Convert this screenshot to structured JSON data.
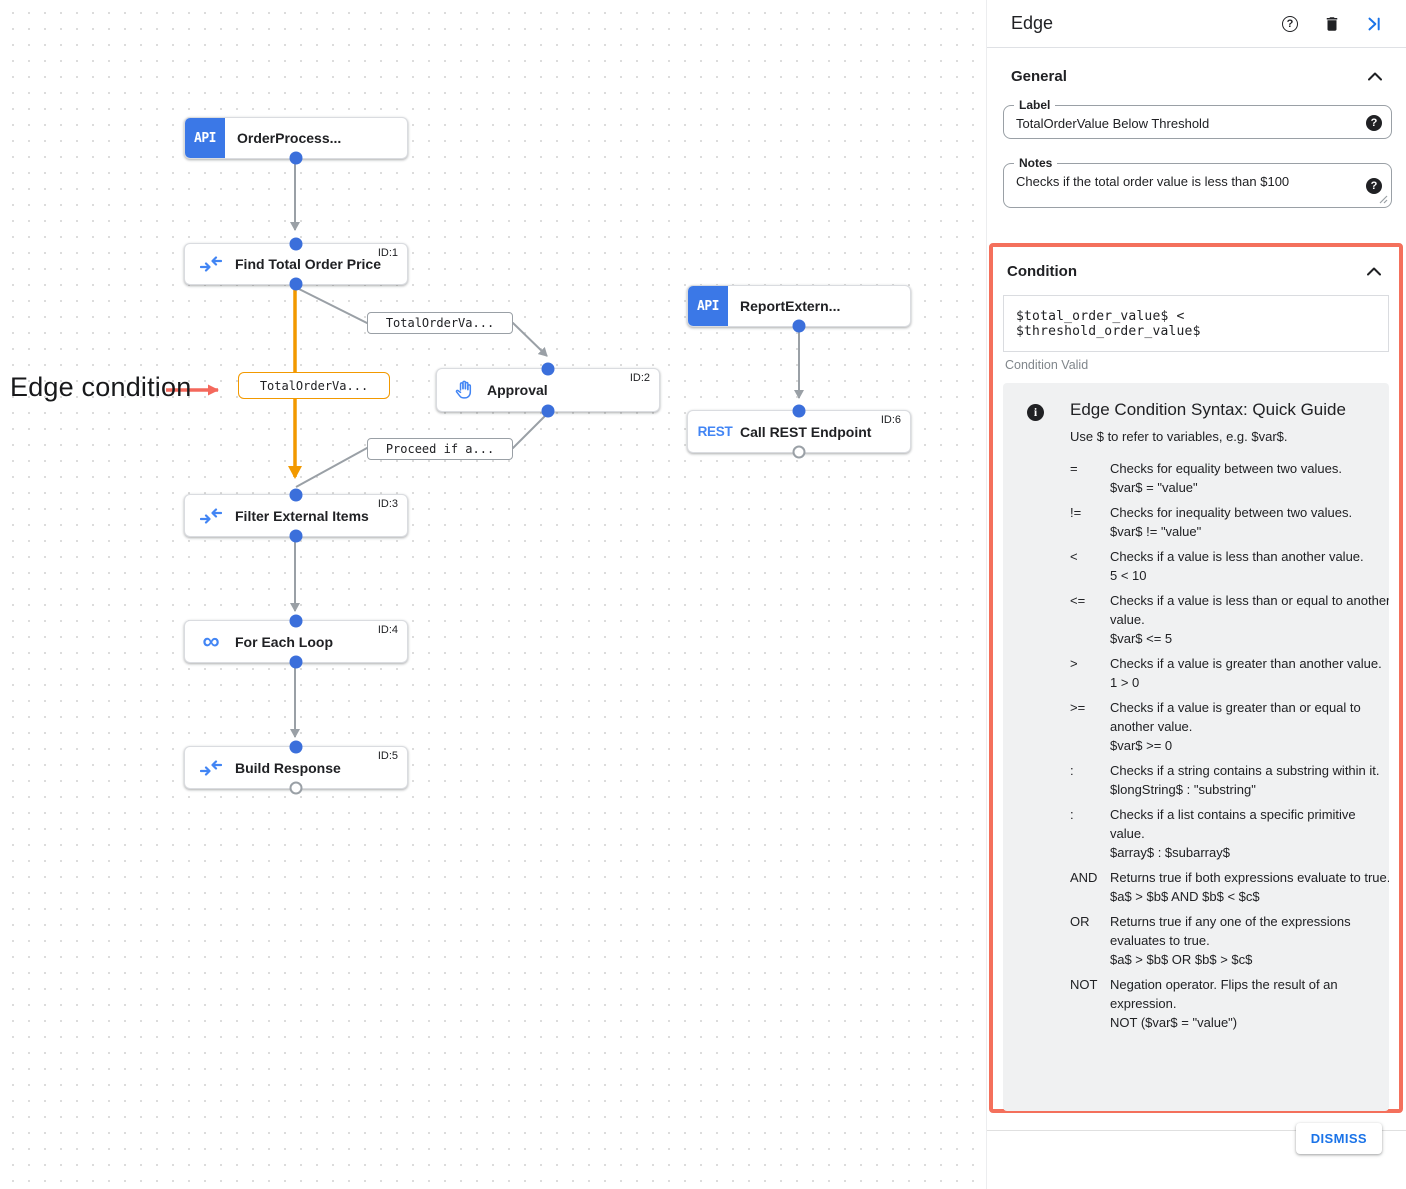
{
  "canvas": {
    "annotation": {
      "text": "Edge condition"
    },
    "nodes": [
      {
        "icon": "api-badge",
        "badge": "API",
        "label": "OrderProcess..."
      },
      {
        "icon": "data-mapping-icon",
        "label": "Find Total Order Price",
        "id": "ID:1"
      },
      {
        "icon": "hand-icon",
        "label": "Approval",
        "id": "ID:2"
      },
      {
        "icon": "api-badge",
        "badge": "API",
        "label": "ReportExtern..."
      },
      {
        "icon": "rest-icon",
        "badge_text": "REST",
        "label": "Call REST Endpoint",
        "id": "ID:6"
      },
      {
        "icon": "data-mapping-icon",
        "label": "Filter External Items",
        "id": "ID:3"
      },
      {
        "icon": "infinity-icon",
        "glyph": "∞",
        "label": "For Each Loop",
        "id": "ID:4"
      },
      {
        "icon": "data-mapping-icon",
        "label": "Build Response",
        "id": "ID:5"
      }
    ],
    "edge_labels": [
      {
        "text": "TotalOrderVa..."
      },
      {
        "text": "TotalOrderVa..."
      },
      {
        "text": "Proceed if a..."
      }
    ],
    "colors": {
      "edge_highlight_orange": "#F29900",
      "edge_gray": "#9AA0A6",
      "port_blue": "#3B6FDB",
      "annotation_red": "#F4685C",
      "badge_blue": "#3B78E7"
    }
  },
  "panel": {
    "title": "Edge",
    "header_icons": [
      "help-icon",
      "trash-icon",
      "collapse-panel-icon"
    ],
    "general": {
      "title": "General",
      "label_field": {
        "label": "Label",
        "value": "TotalOrderValue Below Threshold"
      },
      "notes_field": {
        "label": "Notes",
        "value": "Checks if the total order value is less than $100"
      }
    },
    "condition": {
      "title": "Condition",
      "expression": "$total_order_value$ < $threshold_order_value$",
      "status": "Condition Valid",
      "highlight_color": "#F4705C",
      "guide": {
        "title": "Edge Condition Syntax: Quick Guide",
        "intro": "Use $ to refer to variables, e.g. $var$.",
        "rows": [
          {
            "op": "=",
            "desc": "Checks for equality between two values.",
            "example": "$var$ = \"value\""
          },
          {
            "op": "!=",
            "desc": "Checks for inequality between two values.",
            "example": "$var$ != \"value\""
          },
          {
            "op": "<",
            "desc": "Checks if a value is less than another value.",
            "example": "5 < 10"
          },
          {
            "op": "<=",
            "desc": "Checks if a value is less than or equal to another value.",
            "example": "$var$ <= 5"
          },
          {
            "op": ">",
            "desc": "Checks if a value is greater than another value.",
            "example": "1 > 0"
          },
          {
            "op": ">=",
            "desc": "Checks if a value is greater than or equal to another value.",
            "example": "$var$ >= 0"
          },
          {
            "op": ":",
            "desc": "Checks if a string contains a substring within it.",
            "example": "$longString$ : \"substring\""
          },
          {
            "op": ":",
            "desc": "Checks if a list contains a specific primitive value.",
            "example": "$array$ : $subarray$"
          },
          {
            "op": "AND",
            "desc": "Returns true if both expressions evaluate to true.",
            "example": "$a$ > $b$ AND $b$ < $c$"
          },
          {
            "op": "OR",
            "desc": "Returns true if any one of the expressions evaluates to true.",
            "example": "$a$ > $b$ OR $b$ > $c$"
          },
          {
            "op": "NOT",
            "desc": "Negation operator. Flips the result of an expression.",
            "example": "NOT ($var$ = \"value\")"
          }
        ]
      }
    },
    "footer": {
      "dismiss_label": "DISMISS"
    }
  }
}
